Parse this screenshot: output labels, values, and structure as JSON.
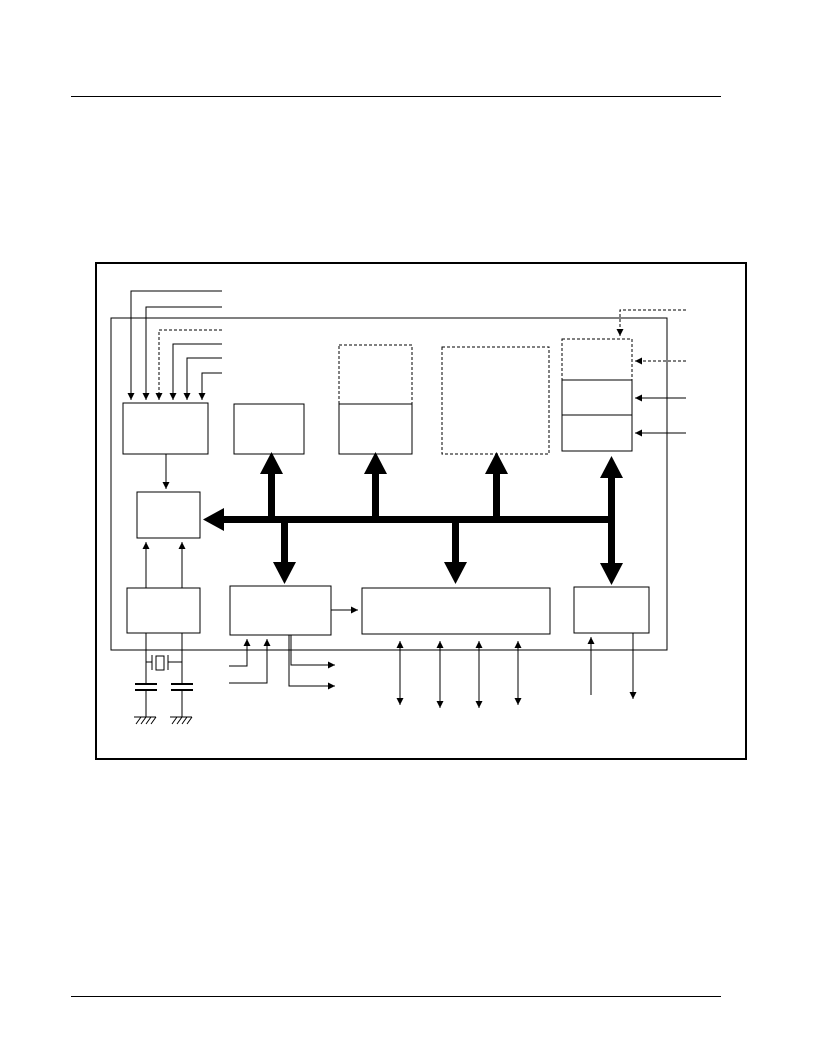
{
  "colors": {
    "ink": "#000000",
    "paper": "#ffffff"
  },
  "diagram": {
    "type": "block-diagram",
    "labels_visible": false,
    "blocks": [
      {
        "id": "control-block",
        "style": "solid"
      },
      {
        "id": "cpu-block",
        "style": "solid"
      },
      {
        "id": "clock-block",
        "style": "solid"
      },
      {
        "id": "memory-block-a",
        "style": "solid"
      },
      {
        "id": "memory-block-b-optional",
        "style": "dashed"
      },
      {
        "id": "memory-block-b",
        "style": "solid"
      },
      {
        "id": "memory-block-c-optional",
        "style": "dashed"
      },
      {
        "id": "right-block-optional",
        "style": "dashed"
      },
      {
        "id": "right-block-upper",
        "style": "solid"
      },
      {
        "id": "right-block-lower",
        "style": "solid"
      },
      {
        "id": "timer-block",
        "style": "solid"
      },
      {
        "id": "io-port-block",
        "style": "solid"
      },
      {
        "id": "serial-block",
        "style": "solid"
      }
    ],
    "external_components": [
      "crystal",
      "capacitor",
      "capacitor",
      "ground",
      "ground"
    ]
  }
}
